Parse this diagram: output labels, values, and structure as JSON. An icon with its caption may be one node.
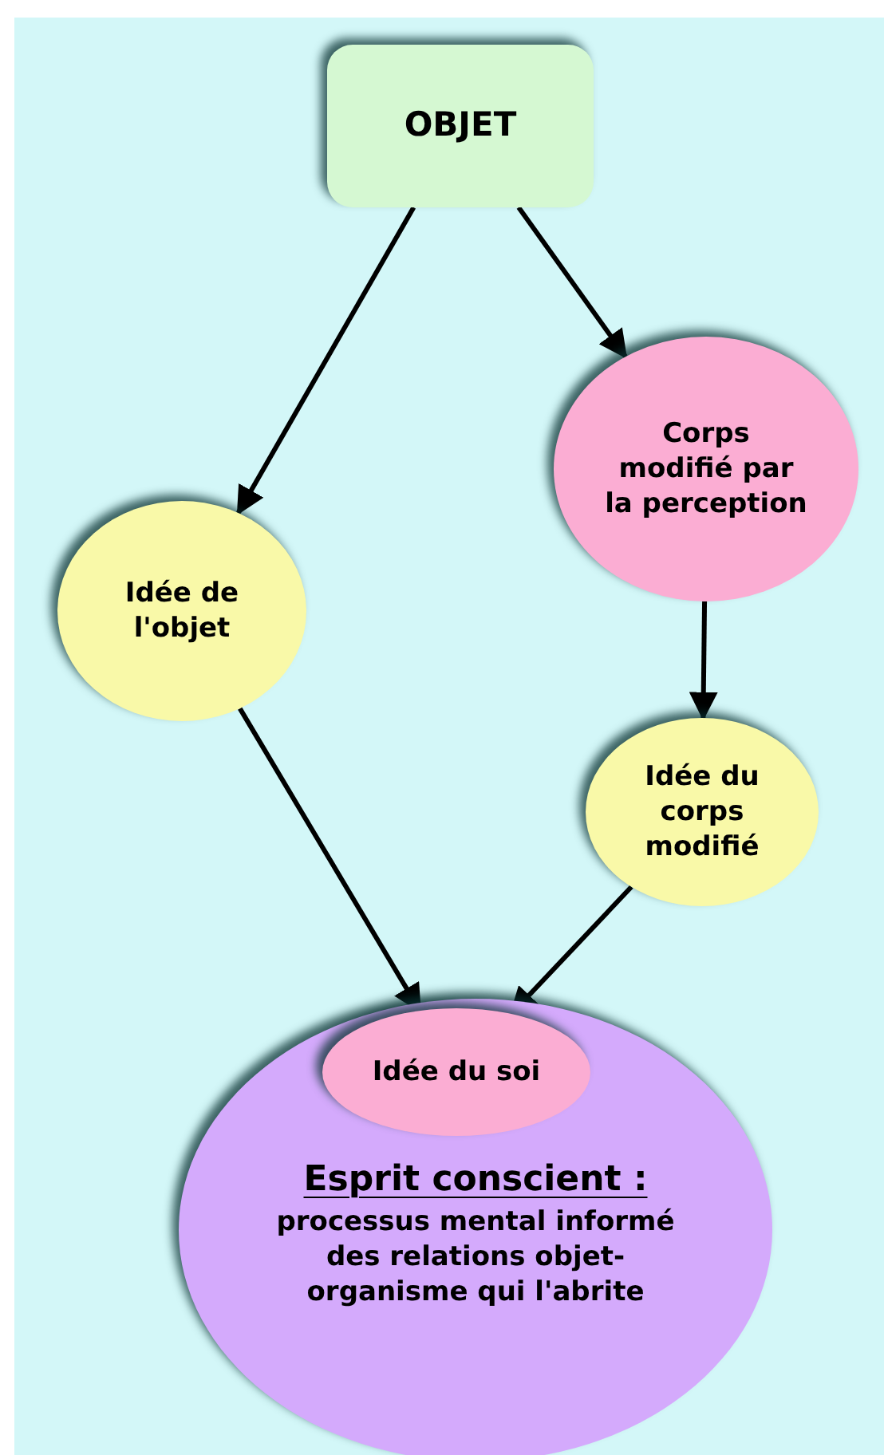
{
  "diagram": {
    "nodes": [
      {
        "text": [
          "OBJET"
        ]
      },
      {
        "text": [
          "Corps modifié par la perception"
        ]
      },
      {
        "text": [
          "Idée de l'objet"
        ]
      },
      {
        "text": [
          "Idée du corps modifié"
        ]
      },
      {
        "text": [
          "Esprit conscient :",
          "processus mental informé des relations objet-organisme qui l'abrite"
        ]
      },
      {
        "text": [
          "Idée du soi"
        ],
        "in": 4
      }
    ],
    "edges": [
      {
        "from": 0,
        "to": 2,
        "arrow": "to"
      },
      {
        "from": 0,
        "to": 1,
        "arrow": "to"
      },
      {
        "from": 1,
        "to": 3,
        "arrow": "to"
      },
      {
        "from": 2,
        "to": 5,
        "arrow": "to"
      },
      {
        "from": 3,
        "to": 5,
        "arrow": "to"
      }
    ]
  }
}
